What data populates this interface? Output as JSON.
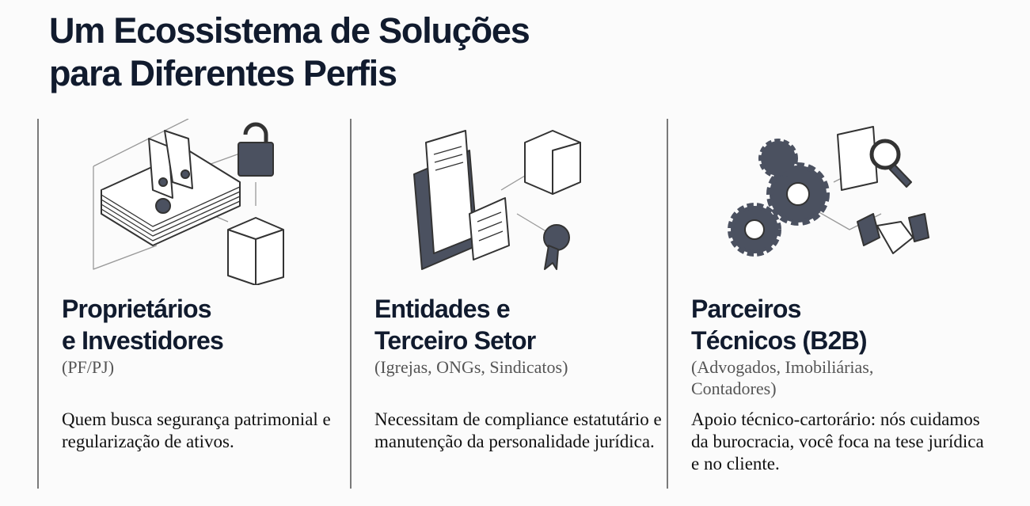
{
  "title": {
    "line1": "Um Ecossistema de Soluções",
    "line2": "para Diferentes Perfis"
  },
  "columns": [
    {
      "heading1": "Proprietários",
      "heading2": "e Investidores",
      "subtitle": "(PF/PJ)",
      "body": "Quem busca segurança patrimonial e regularização de ativos.",
      "icon": "documents-lock-building-icon"
    },
    {
      "heading1": "Entidades e",
      "heading2": "Terceiro Setor",
      "subtitle": "(Igrejas, ONGs, Sindicatos)",
      "body": "Necessitam de compliance estatutário e manutenção da personalidade jurídica.",
      "icon": "folder-checklist-building-icon"
    },
    {
      "heading1": "Parceiros",
      "heading2": "Técnicos (B2B)",
      "subtitle": "(Advogados, Imobiliárias, Contadores)",
      "body": "Apoio técnico-cartorário: nós cuidamos da burocracia, você foca na tese jurídica e no cliente.",
      "icon": "gears-handshake-search-icon"
    }
  ]
}
